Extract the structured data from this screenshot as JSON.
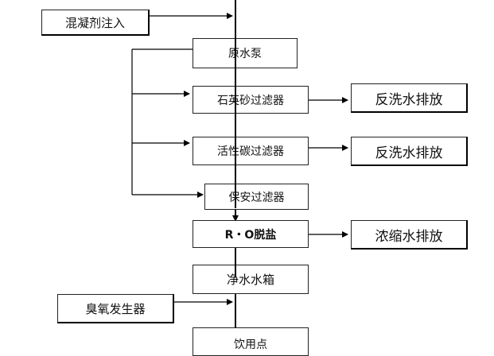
{
  "nodes": {
    "coagulant": "混凝剂注入",
    "raw_pump": "原水泵",
    "sand_filter": "石英砂过滤器",
    "carbon_filter": "活性碳过滤器",
    "security_filter": "保安过滤器",
    "ro": "R・O脱盐",
    "clean_tank": "净水水箱",
    "ozone": "臭氧发生器",
    "drinking_point": "饮用点",
    "backwash_1": "反洗水排放",
    "backwash_2": "反洗水排放",
    "concentrate": "浓缩水排放"
  },
  "colors": {
    "line": "#000000",
    "border": "#222222",
    "text": "#111111",
    "background": "#ffffff"
  }
}
